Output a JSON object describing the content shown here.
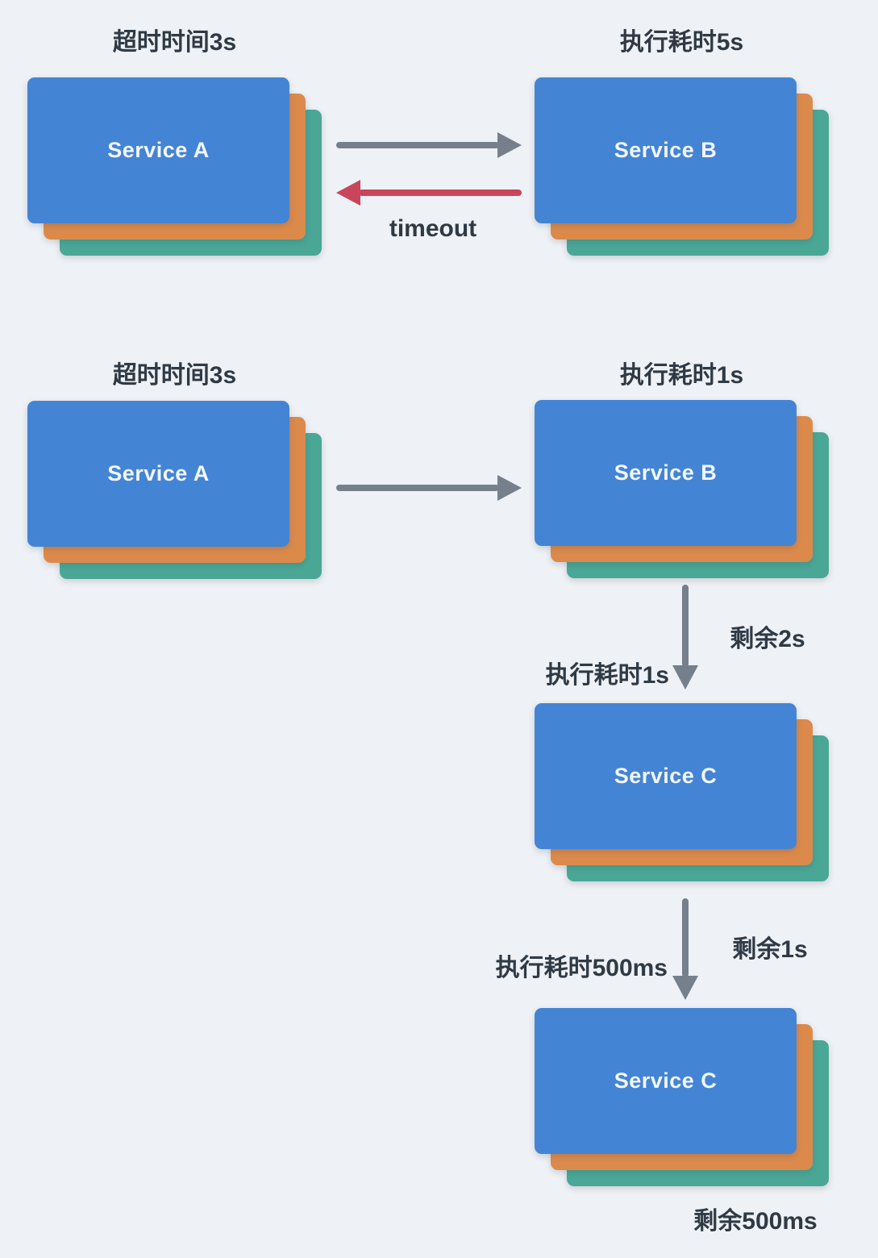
{
  "diagram": {
    "title_semantics": "service timeout propagation diagram",
    "palette": {
      "background": "#eef1f5",
      "card_front_blue": "#4484d4",
      "card_mid_orange": "#dc8a4c",
      "card_back_green": "#4aa796",
      "arrow_gray": "#75808c",
      "arrow_red": "#c9455b",
      "label_text": "#2f3a45",
      "card_text": "#f2f7fc"
    },
    "scenario1": {
      "service_a_caption": "超时时间3s",
      "service_a_label": "Service A",
      "service_b_caption": "执行耗时5s",
      "service_b_label": "Service B",
      "timeout_label": "timeout"
    },
    "scenario2": {
      "service_a_caption": "超时时间3s",
      "service_a_label": "Service A",
      "service_b_caption": "执行耗时1s",
      "service_b_label": "Service B",
      "service_c1_label": "Service C",
      "arrow_b_to_c_left_label": "执行耗时1s",
      "arrow_b_to_c_right_label": "剩余2s",
      "service_c2_label": "Service C",
      "arrow_c_to_c_left_label": "执行耗时500ms",
      "arrow_c_to_c_right_label": "剩余1s",
      "remaining_bottom_label": "剩余500ms"
    }
  }
}
